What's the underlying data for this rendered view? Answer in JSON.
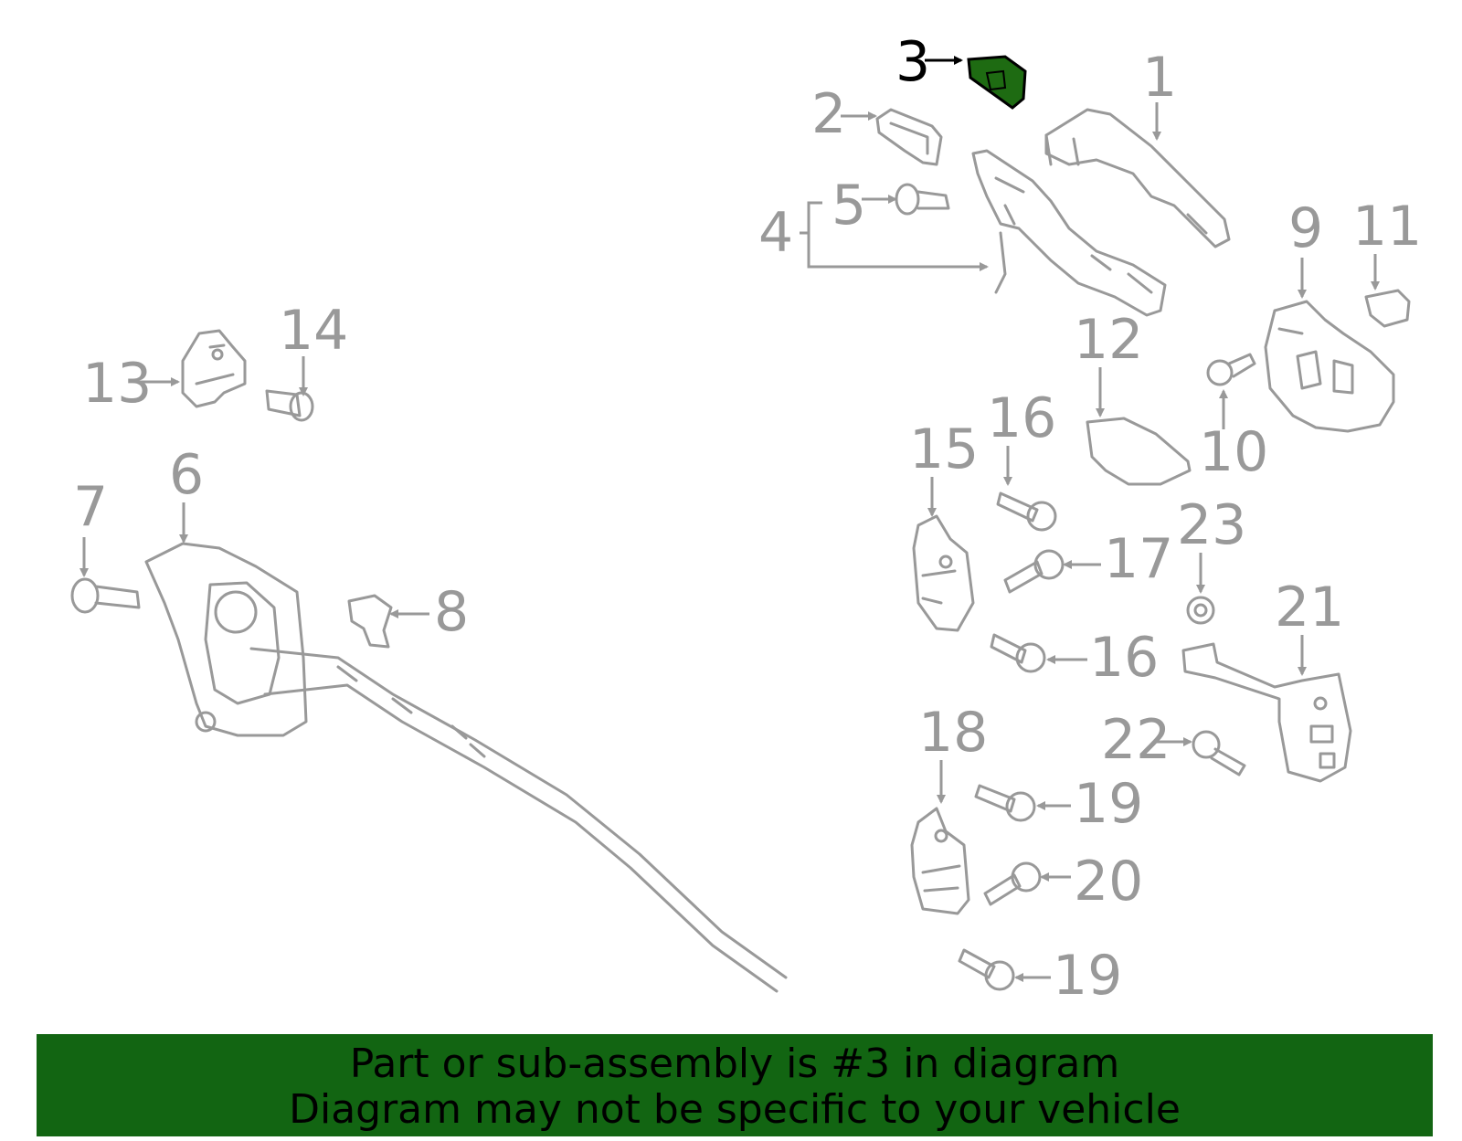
{
  "colors": {
    "parts": "#999999",
    "highlight_fill": "#1e6b12",
    "banner_bg": "#126512",
    "highlight_label": "#000000"
  },
  "callouts": {
    "c1": "1",
    "c2": "2",
    "c3": "3",
    "c4": "4",
    "c5": "5",
    "c6": "6",
    "c7": "7",
    "c8": "8",
    "c9": "9",
    "c10": "10",
    "c11": "11",
    "c12": "12",
    "c13": "13",
    "c14": "14",
    "c15": "15",
    "c16a": "16",
    "c16b": "16",
    "c17": "17",
    "c18": "18",
    "c19a": "19",
    "c19b": "19",
    "c20": "20",
    "c21": "21",
    "c22": "22",
    "c23": "23"
  },
  "highlighted_part": "3",
  "banner": {
    "line1": "Part or sub-assembly is #3 in diagram",
    "line2": "Diagram may not be specific to your vehicle"
  }
}
